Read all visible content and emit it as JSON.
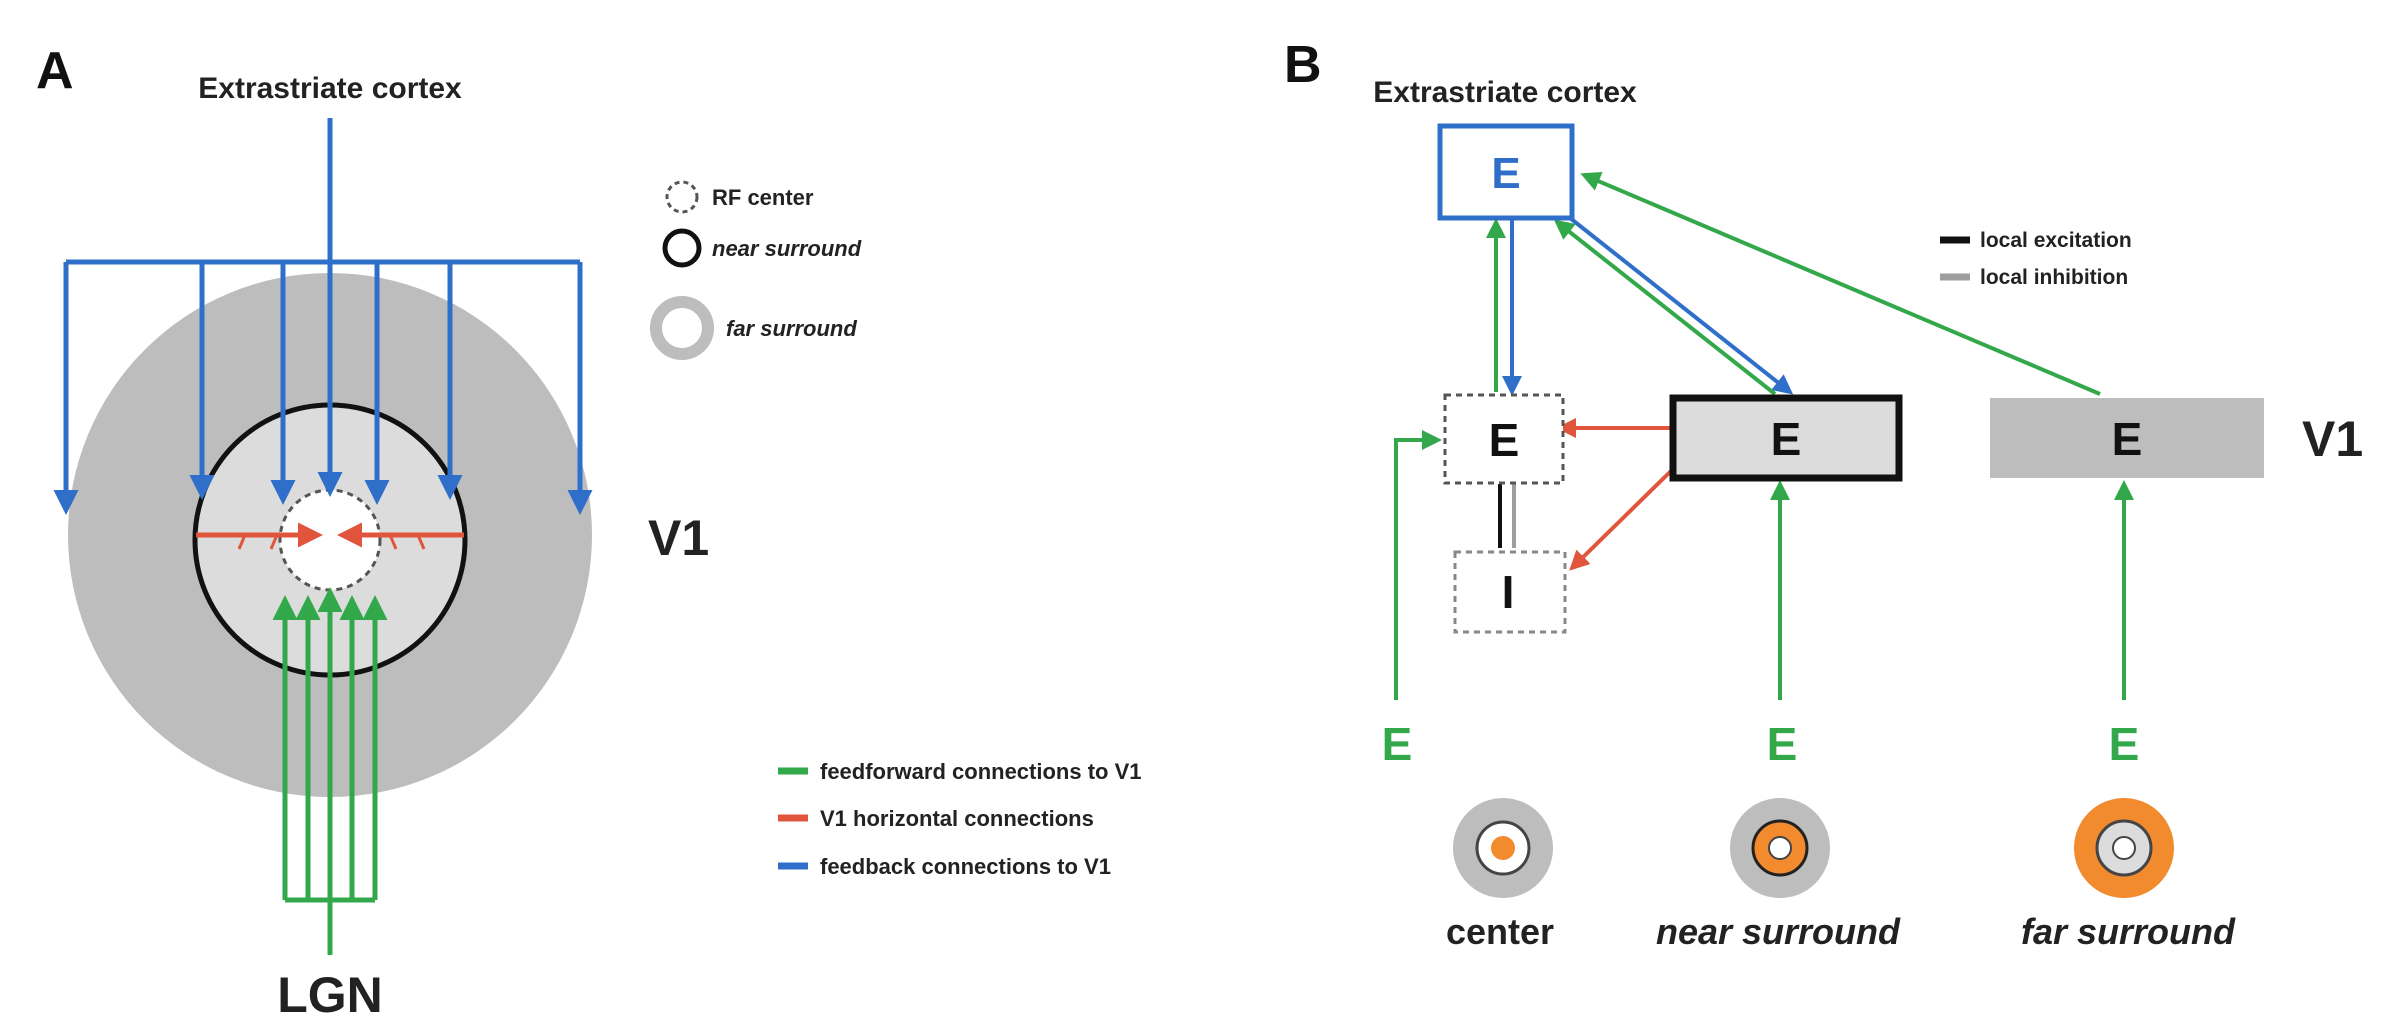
{
  "colors": {
    "feedforward": "#33a84a",
    "horizontal": "#e0553c",
    "feedback": "#2f6fc9",
    "far_surround": "#bdbdbd",
    "near_surround": "#dcdcdc",
    "local_excitation": "#111111",
    "local_inhibition": "#9e9e9e",
    "highlight": "#f28a2e"
  },
  "panel_a": {
    "label": "A",
    "extrastriate_label": "Extrastriate cortex",
    "v1_label": "V1",
    "lgn_label": "LGN",
    "legend": {
      "rf_center": "RF center",
      "near_surround": "near surround",
      "far_surround": "far surround"
    }
  },
  "connections_legend": {
    "feedforward": "feedforward connections to V1",
    "horizontal": "V1 horizontal connections",
    "feedback": "feedback connections to V1"
  },
  "panel_b": {
    "label": "B",
    "extrastriate_label": "Extrastriate cortex",
    "v1_label": "V1",
    "local_legend": {
      "excitation": "local excitation",
      "inhibition": "local inhibition"
    },
    "nodes": {
      "extrastriate_e": "E",
      "center_e": "E",
      "center_i": "I",
      "near_e": "E",
      "far_e": "E",
      "input_center_e": "E",
      "input_near_e": "E",
      "input_far_e": "E"
    },
    "stimuli": {
      "center": "center",
      "near": "near surround",
      "far": "far surround"
    }
  }
}
